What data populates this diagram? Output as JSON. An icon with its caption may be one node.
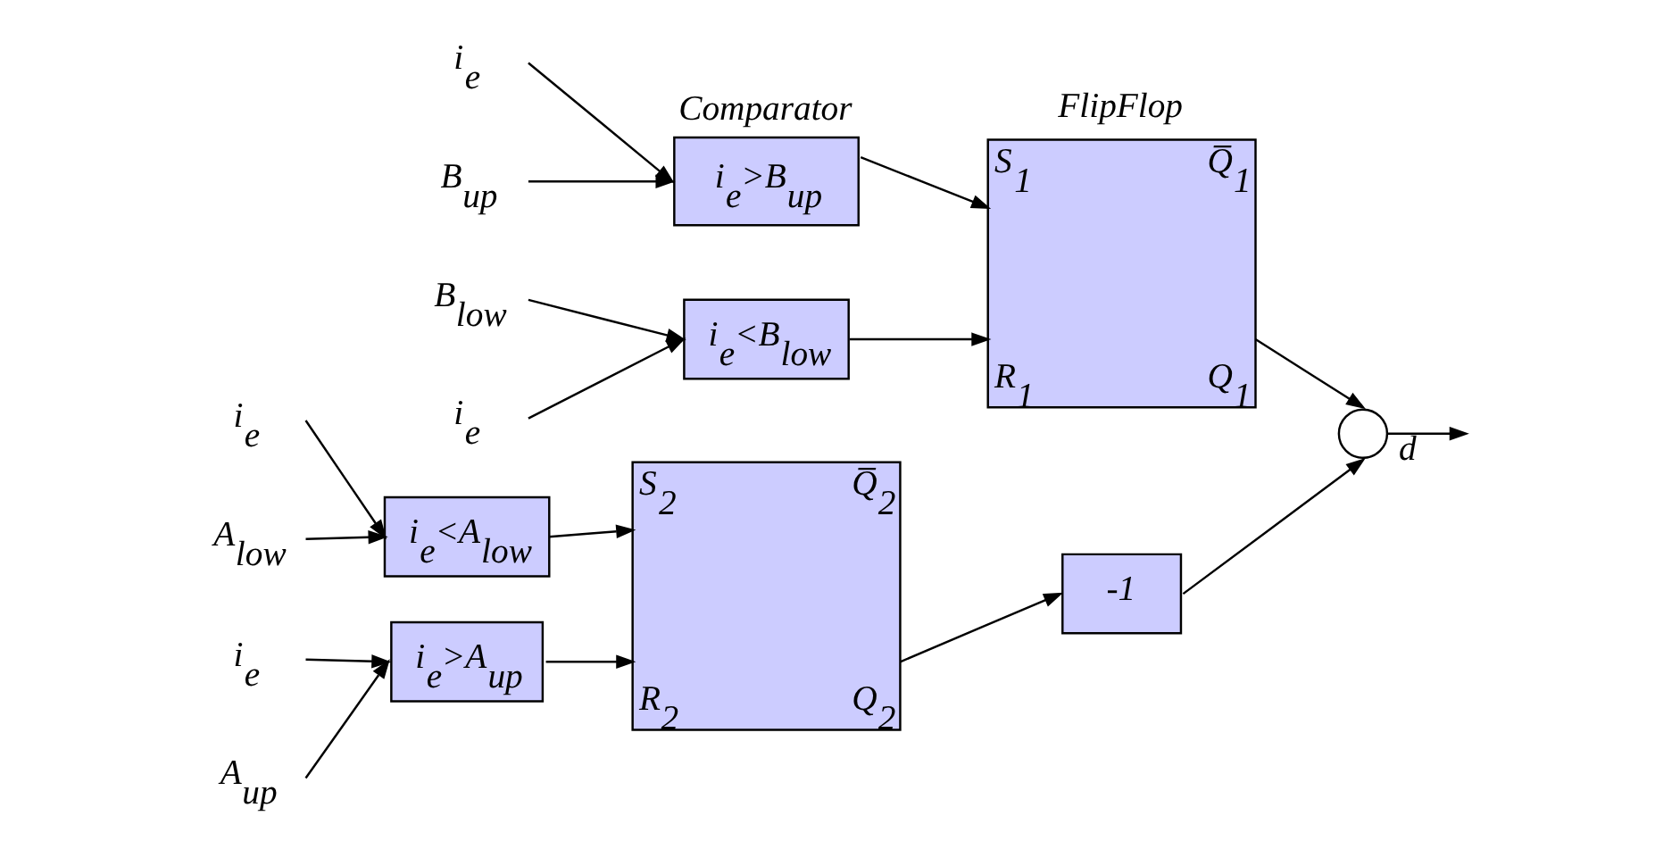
{
  "diagram": {
    "nodes": [
      {
        "text": [
          "i$_{e}$"
        ]
      },
      {
        "text": [
          "B$_{up}$"
        ]
      },
      {
        "text": [
          "i$_{e}$>B$_{up}$"
        ],
        "beside": [
          "Comparator"
        ]
      },
      {
        "text": [
          "S$_{1}$",
          "Q̅$_{1}$",
          "R$_{1}$",
          "Q$_{1}$"
        ],
        "beside": [
          "FlipFlop"
        ]
      },
      {
        "text": [
          "B$_{low}$"
        ]
      },
      {
        "text": [
          "i$_{e}$"
        ]
      },
      {
        "text": [
          "i$_{e}$<B$_{low}$"
        ]
      },
      {
        "text": [],
        "shape": "circle"
      },
      {
        "text": [
          "i$_{e}$"
        ]
      },
      {
        "text": [
          "A$_{low}$"
        ]
      },
      {
        "text": [
          "i$_{e}$<A$_{low}$"
        ]
      },
      {
        "text": [
          "S$_{2}$",
          "Q̅$_{2}$",
          "R$_{2}$",
          "Q$_{2}$"
        ]
      },
      {
        "text": [
          "i$_{e}$"
        ]
      },
      {
        "text": [
          "A$_{up}$"
        ]
      },
      {
        "text": [
          "i$_{e}$>A$_{up}$"
        ]
      },
      {
        "text": [
          "-1"
        ]
      }
    ],
    "edges": [
      {
        "from": 0,
        "to": 2,
        "arrow": "to"
      },
      {
        "from": 1,
        "to": 2,
        "arrow": "to"
      },
      {
        "from": 2,
        "to": 3,
        "arrow": "to"
      },
      {
        "from": 4,
        "to": 6,
        "arrow": "to"
      },
      {
        "from": 5,
        "to": 6,
        "arrow": "to"
      },
      {
        "from": 6,
        "to": 3,
        "arrow": "to"
      },
      {
        "from": 3,
        "to": 7,
        "arrow": "to"
      },
      {
        "from": 7,
        "to": null,
        "arrow": "to",
        "label": "d"
      },
      {
        "from": 8,
        "to": 10,
        "arrow": "to"
      },
      {
        "from": 9,
        "to": 10,
        "arrow": "to"
      },
      {
        "from": 10,
        "to": 11,
        "arrow": "to"
      },
      {
        "from": 12,
        "to": 14,
        "arrow": "to"
      },
      {
        "from": 13,
        "to": 14,
        "arrow": "to"
      },
      {
        "from": 14,
        "to": 11,
        "arrow": "to"
      },
      {
        "from": 11,
        "to": 15,
        "arrow": "to"
      },
      {
        "from": 15,
        "to": 7,
        "arrow": "to"
      }
    ]
  }
}
